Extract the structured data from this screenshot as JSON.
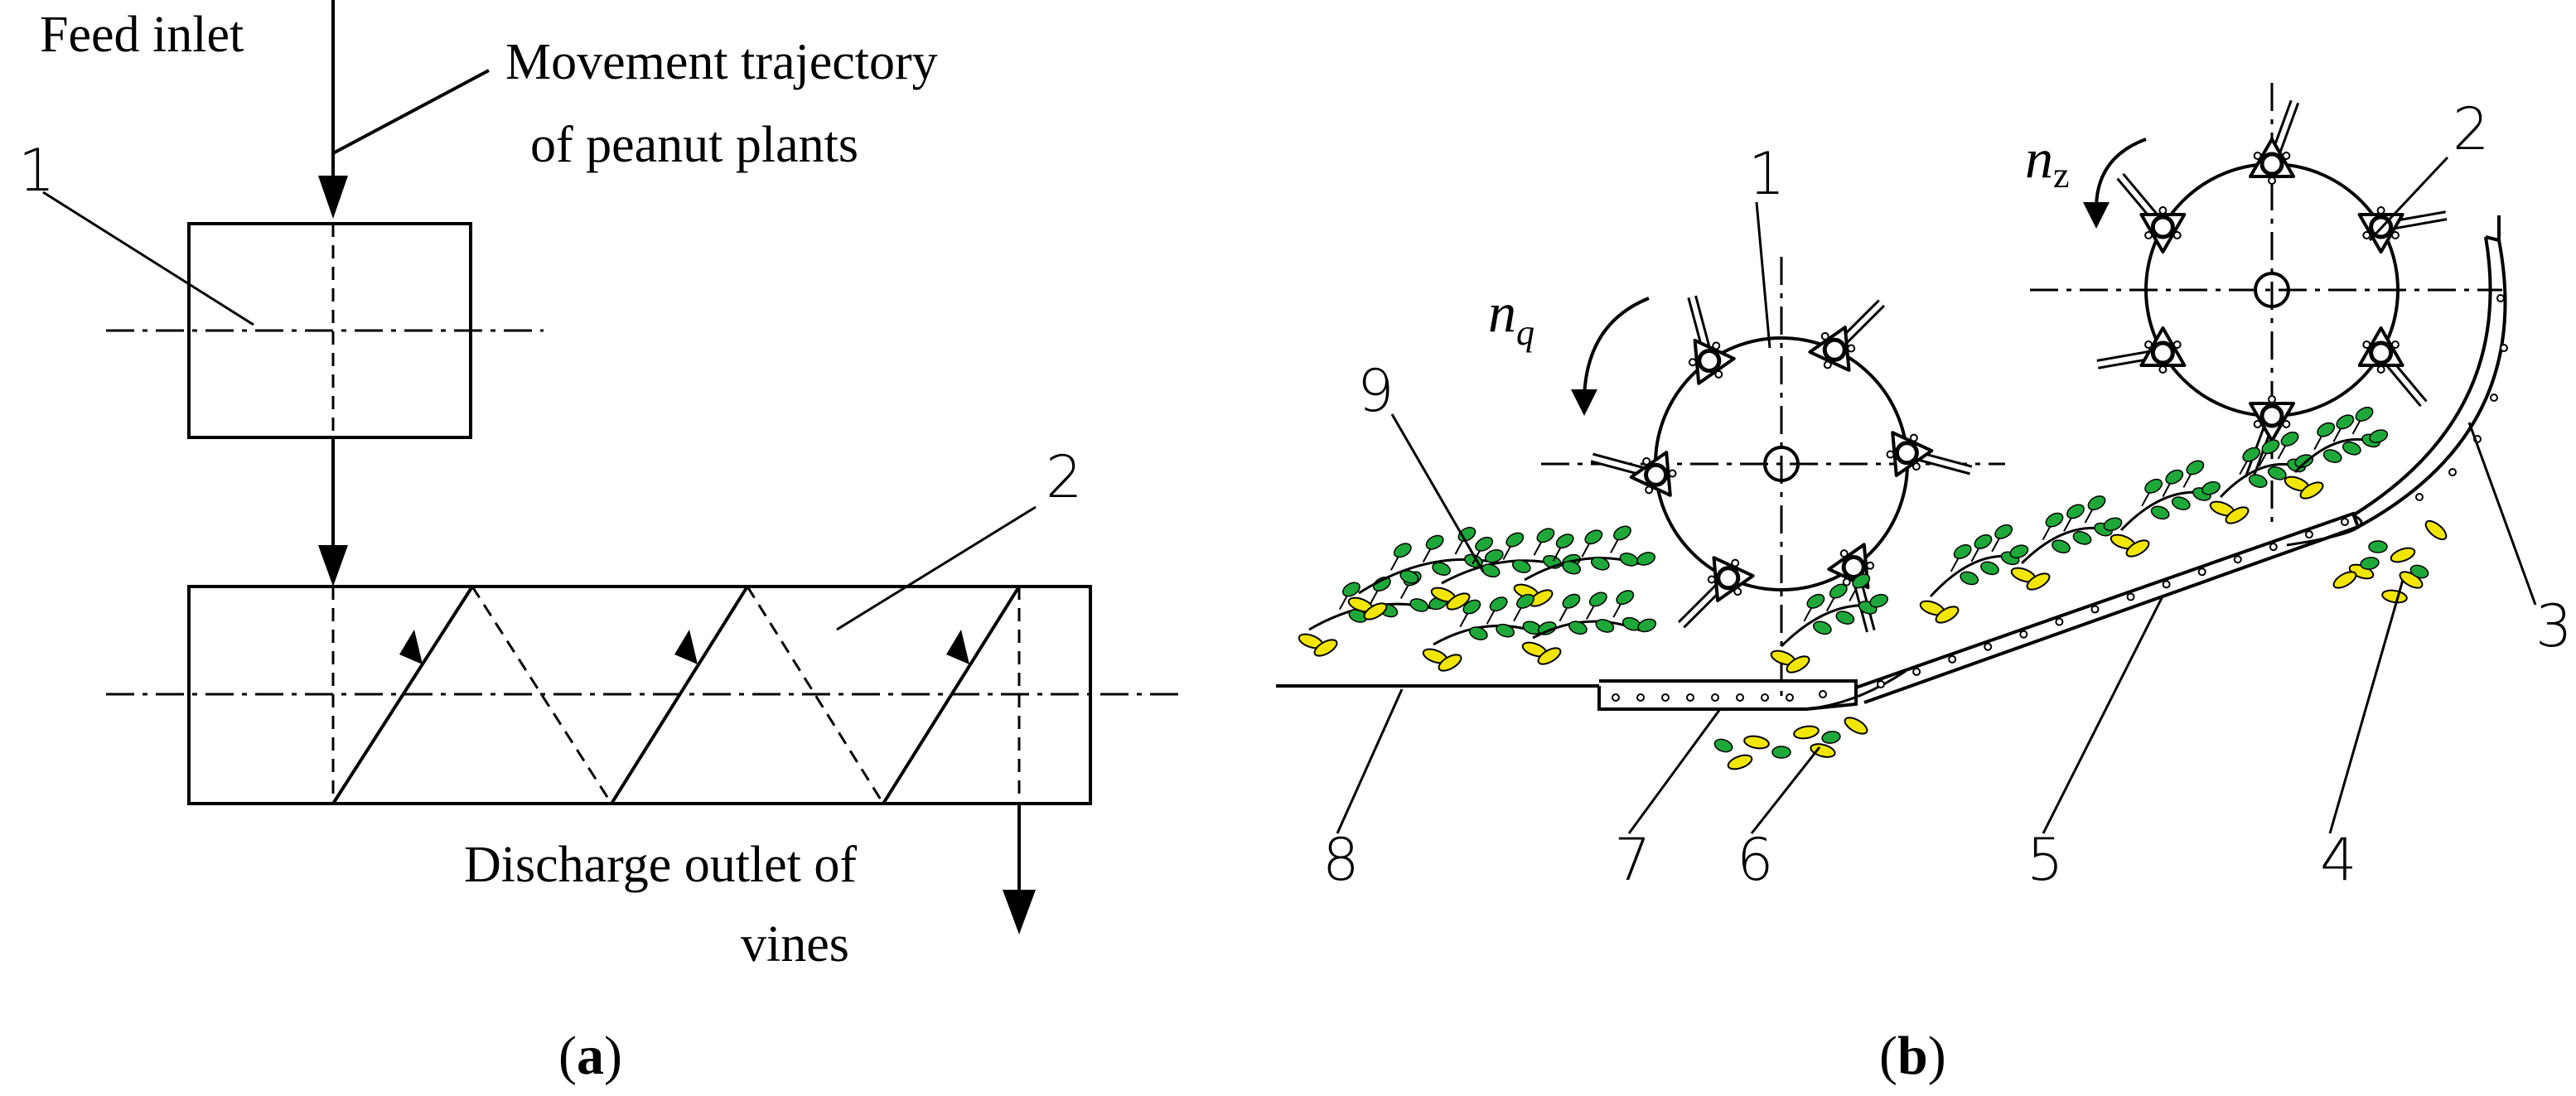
{
  "panel_a": {
    "feed_inlet": "Feed inlet",
    "trajectory_line1": "Movement trajectory",
    "trajectory_line2": "of peanut plants",
    "label_1": "1",
    "label_2": "2",
    "discharge_line1": "Discharge outlet of",
    "discharge_line2": "vines",
    "caption_open": "(",
    "caption_letter": "a",
    "caption_close": ")"
  },
  "panel_b": {
    "speed_1": "n",
    "speed_1_sub": "q",
    "speed_2": "n",
    "speed_2_sub": "z",
    "labels": [
      "1",
      "2",
      "3",
      "4",
      "5",
      "6",
      "7",
      "8",
      "9"
    ],
    "caption_open": "(",
    "caption_letter": "b",
    "caption_close": ")"
  },
  "colors": {
    "line": "#000000",
    "pod": "#f2e600",
    "leaf": "#1fa83a"
  }
}
